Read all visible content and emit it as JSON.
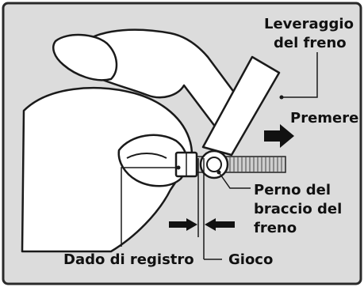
{
  "labels": {
    "leverage_line1": "Leveraggio",
    "leverage_line2": "del freno",
    "push": "Premere",
    "pin_line1": "Perno del",
    "pin_line2": "braccio del",
    "pin_line3": "freno",
    "adjust_nut": "Dado di registro",
    "gap": "Gioco"
  },
  "colors": {
    "panel_bg": "#dcdcdc",
    "border": "#2a2a2a",
    "hand_fill": "#ffffff",
    "ink": "#111111"
  },
  "icons": [
    "arrow-right-icon",
    "arrow-left-icon"
  ]
}
